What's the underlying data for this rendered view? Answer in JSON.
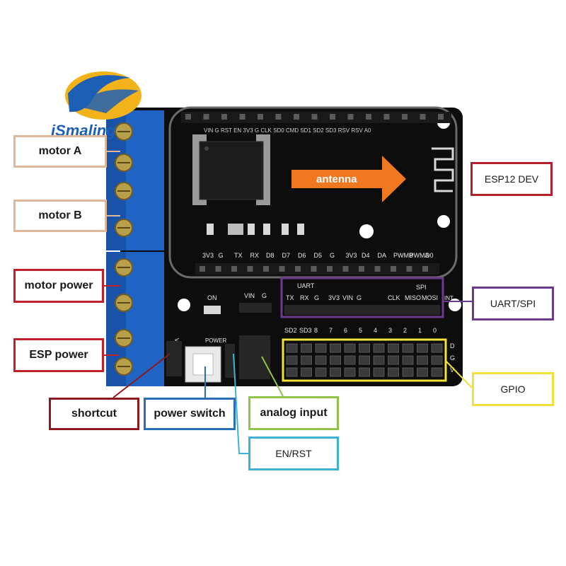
{
  "brand": {
    "name": "iSmaling",
    "colors": {
      "blue": "#1d5fb5",
      "gold": "#f2b21a"
    }
  },
  "callouts": {
    "motor_a": "motor A",
    "motor_b": "motor B",
    "motor_power": "motor power",
    "esp_power": "ESP power",
    "shortcut": "shortcut",
    "power_switch": "power switch",
    "analog_input": "analog input",
    "en_rst": "EN/RST",
    "esp12_dev": "ESP12 DEV",
    "uart_spi": "UART/SPI",
    "gpio": "GPIO"
  },
  "board": {
    "antenna_label": "antenna",
    "top_header_labels": [
      "VIN",
      "G",
      "RST",
      "EN",
      "3V3",
      "G",
      "CLK",
      "SD0",
      "CMD",
      "SD1",
      "SD2",
      "SD3",
      "RSV",
      "RSV",
      "A0"
    ],
    "mid_header_labels": [
      "3V3",
      "G",
      "TX",
      "RX",
      "D8",
      "D7",
      "D6",
      "D5",
      "G",
      "3V3",
      "D4",
      "DA",
      "PWMB",
      "PWMA",
      "D0"
    ],
    "on_label": "ON",
    "vin_label": "VIN",
    "g_label": "G",
    "uart_title": "UART",
    "spi_title": "SPI",
    "uart_pins": [
      "TX",
      "RX",
      "G",
      "3V3",
      "VIN",
      "G"
    ],
    "spi_pins": [
      "CLK",
      "MISO",
      "MOSI"
    ],
    "int_label": "INT",
    "power_label": "POWER",
    "vin_side": "VIN",
    "gpio_numbers": [
      "SD2",
      "SD3",
      "8",
      "7",
      "6",
      "5",
      "4",
      "3",
      "2",
      "1",
      "0"
    ],
    "gpio_side": [
      "D",
      "G",
      "V"
    ],
    "colors": {
      "pcb": "#0d0d0d",
      "terminal": "#1f63c4",
      "uart_box": "#6b3a8f",
      "gpio_box": "#f0e23a",
      "antenna_arrow": "#f07820"
    }
  }
}
